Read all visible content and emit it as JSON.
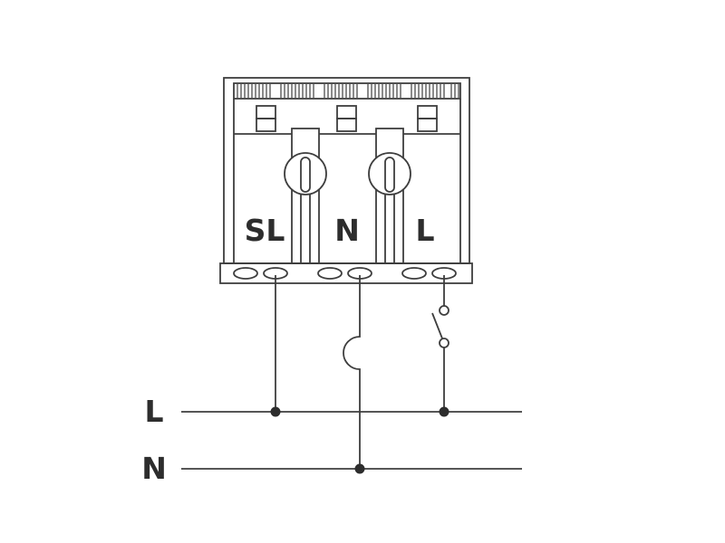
{
  "diagram": {
    "type": "wiring-diagram",
    "background_color": "#ffffff",
    "stroke_color": "#3e3e3e",
    "text_color": "#2d2d2d",
    "dot_color": "#2d2d2d",
    "connector_block": {
      "terminals": [
        {
          "label": "SL"
        },
        {
          "label": "N"
        },
        {
          "label": "L"
        }
      ],
      "wire_entry_holes": 6,
      "release_screws": 2
    },
    "supply_lines": {
      "live": {
        "label": "L"
      },
      "neutral": {
        "label": "N"
      }
    },
    "switch": {
      "state": "open",
      "contacts": 2
    },
    "junction_count": 3
  }
}
